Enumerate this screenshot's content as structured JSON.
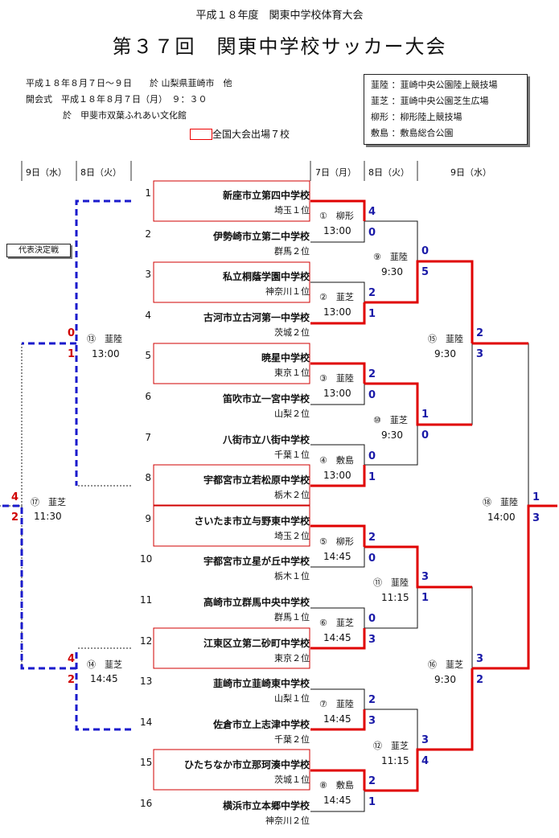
{
  "header": {
    "subtitle": "平成１８年度　関東中学校体育大会",
    "title": "第３７回　関東中学校サッカー大会"
  },
  "info": {
    "line1": "平成１８年８月７日～９日　　於 山梨県韮崎市　他",
    "line2": "開会式　平成１８年８月７日（月）　９：３０",
    "line3": "於　甲斐市双葉ふれあい文化館",
    "national_legend": "全国大会出場７校"
  },
  "venues": [
    {
      "abbr": "韮陸",
      "name": "：韮崎中央公園陸上競技場"
    },
    {
      "abbr": "韮芝",
      "name": "：韮崎中央公園芝生広場"
    },
    {
      "abbr": "柳形",
      "name": "：柳形陸上競技場"
    },
    {
      "abbr": "敷島",
      "name": "：敷島総合公園"
    }
  ],
  "days": {
    "left_wed": "9日（水）",
    "left_tue": "8日（火）",
    "mon": "7日（月）",
    "tue": "8日（火）",
    "wed": "9日（水）"
  },
  "rep_label": "代表決定戦",
  "teams": [
    {
      "no": "1",
      "school": "新座市立第四中学校",
      "pref": "埼玉１位",
      "boxed": true
    },
    {
      "no": "2",
      "school": "伊勢崎市立第二中学校",
      "pref": "群馬２位",
      "boxed": false
    },
    {
      "no": "3",
      "school": "私立桐蔭学園中学校",
      "pref": "神奈川１位",
      "boxed": true
    },
    {
      "no": "4",
      "school": "古河市立古河第一中学校",
      "pref": "茨城２位",
      "boxed": false
    },
    {
      "no": "5",
      "school": "暁星中学校",
      "pref": "東京１位",
      "boxed": true
    },
    {
      "no": "6",
      "school": "笛吹市立一宮中学校",
      "pref": "山梨２位",
      "boxed": false
    },
    {
      "no": "7",
      "school": "八街市立八街中学校",
      "pref": "千葉１位",
      "boxed": false
    },
    {
      "no": "8",
      "school": "宇都宮市立若松原中学校",
      "pref": "栃木２位",
      "boxed": true
    },
    {
      "no": "9",
      "school": "さいたま市立与野東中学校",
      "pref": "埼玉２位",
      "boxed": true
    },
    {
      "no": "10",
      "school": "宇都宮市立星が丘中学校",
      "pref": "栃木１位",
      "boxed": false
    },
    {
      "no": "11",
      "school": "高崎市立群馬中央中学校",
      "pref": "群馬１位",
      "boxed": false
    },
    {
      "no": "12",
      "school": "江東区立第二砂町中学校",
      "pref": "東京２位",
      "boxed": true
    },
    {
      "no": "13",
      "school": "韮崎市立韮崎東中学校",
      "pref": "山梨１位",
      "boxed": false
    },
    {
      "no": "14",
      "school": "佐倉市立上志津中学校",
      "pref": "千葉２位",
      "boxed": false
    },
    {
      "no": "15",
      "school": "ひたちなか市立那珂湊中学校",
      "pref": "茨城１位",
      "boxed": true
    },
    {
      "no": "16",
      "school": "横浜市立本郷中学校",
      "pref": "神奈川２位",
      "boxed": false
    }
  ],
  "round1": [
    {
      "label": "①　柳形",
      "time": "13:00",
      "s1": "4",
      "s2": "0"
    },
    {
      "label": "②　韮芝",
      "time": "13:00",
      "s1": "2",
      "s2": "1"
    },
    {
      "label": "③　韮陸",
      "time": "13:00",
      "s1": "2",
      "s2": "0"
    },
    {
      "label": "④　敷島",
      "time": "13:00",
      "s1": "0",
      "s2": "1"
    },
    {
      "label": "⑤　柳形",
      "time": "14:45",
      "s1": "2",
      "s2": "0"
    },
    {
      "label": "⑥　韮芝",
      "time": "14:45",
      "s1": "0",
      "s2": "3"
    },
    {
      "label": "⑦　韮陸",
      "time": "14:45",
      "s1": "2",
      "s2": "3"
    },
    {
      "label": "⑧　敷島",
      "time": "14:45",
      "s1": "2",
      "s2": "1"
    }
  ],
  "round2": [
    {
      "label": "⑨　韮陸",
      "time": "9:30",
      "s1": "0",
      "s2": "5"
    },
    {
      "label": "⑩　韮芝",
      "time": "9:30",
      "s1": "1",
      "s2": "0"
    },
    {
      "label": "⑪　韮陸",
      "time": "11:15",
      "s1": "3",
      "s2": "1"
    },
    {
      "label": "⑫　韮芝",
      "time": "11:15",
      "s1": "3",
      "s2": "4"
    }
  ],
  "round3": [
    {
      "label": "⑮　韮陸",
      "time": "9:30",
      "s1": "2",
      "s2": "3"
    },
    {
      "label": "⑯　韮芝",
      "time": "9:30",
      "s1": "3",
      "s2": "2"
    }
  ],
  "final": {
    "label": "⑱　韮陸",
    "time": "14:00",
    "s1": "1",
    "s2": "3"
  },
  "rep13": {
    "label": "⑬　韮陸",
    "time": "13:00",
    "s1": "0",
    "s2": "1"
  },
  "rep14": {
    "label": "⑭　韮芝",
    "time": "14:45",
    "s1": "4",
    "s2": "2"
  },
  "rep17": {
    "label": "⑰　韮芝",
    "time": "11:30",
    "s1": "4",
    "s2": "2"
  }
}
